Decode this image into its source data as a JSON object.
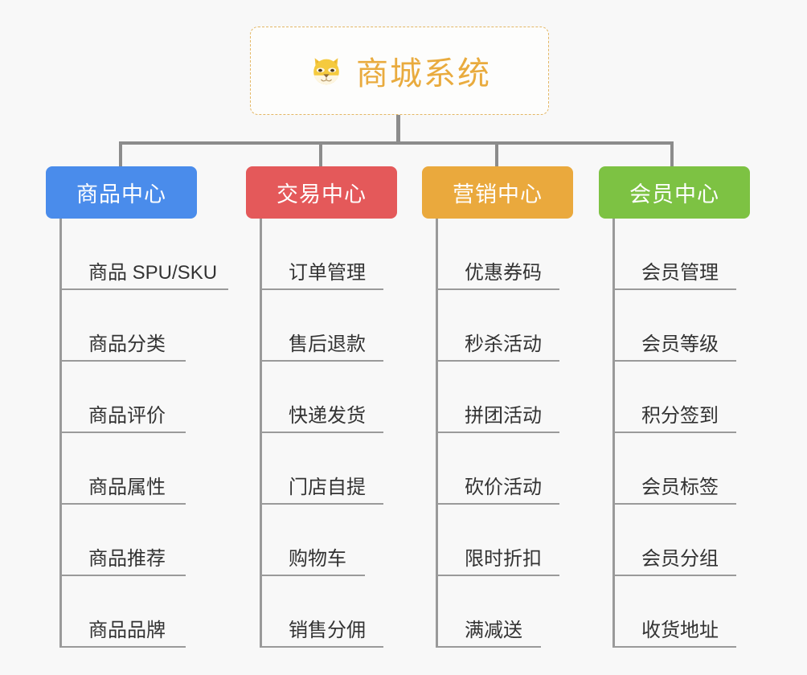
{
  "canvas": {
    "background": "#f8f8f8",
    "connector_color": "#8c8c8c",
    "leaf_line_color": "#9a9a9a",
    "leaf_text_color": "#333333"
  },
  "root": {
    "icon": "shiba-dog-face-emoji",
    "title": "商城系统",
    "title_color": "#e9ab3e",
    "border_color": "#e4b765",
    "border_style": "dashed"
  },
  "branches": [
    {
      "label": "商品中心",
      "color": "#4a8ceb",
      "items": [
        "商品 SPU/SKU",
        "商品分类",
        "商品评价",
        "商品属性",
        "商品推荐",
        "商品品牌"
      ]
    },
    {
      "label": "交易中心",
      "color": "#e4595a",
      "items": [
        "订单管理",
        "售后退款",
        "快递发货",
        "门店自提",
        "购物车",
        "销售分佣"
      ]
    },
    {
      "label": "营销中心",
      "color": "#eaa93d",
      "items": [
        "优惠券码",
        "秒杀活动",
        "拼团活动",
        "砍价活动",
        "限时折扣",
        "满减送"
      ]
    },
    {
      "label": "会员中心",
      "color": "#7dc243",
      "items": [
        "会员管理",
        "会员等级",
        "积分签到",
        "会员标签",
        "会员分组",
        "收货地址"
      ]
    }
  ]
}
